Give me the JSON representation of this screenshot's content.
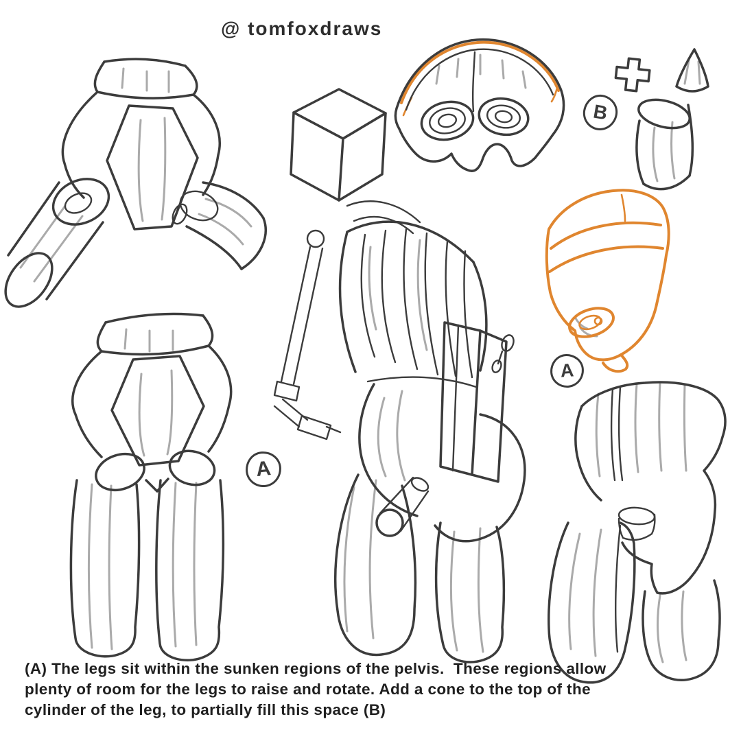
{
  "artist_handle": "@ tomfoxdraws",
  "labels": {
    "circled_a": "A",
    "circled_b": "B"
  },
  "caption": {
    "lines": [
      "(A) The legs sit within the sunken regions of the pelvis.  These regions allow",
      "plenty of room for the legs to raise and rotate. Add a cone to the top of the",
      "cylinder of the leg, to partially fill this space (B)"
    ]
  },
  "colors": {
    "ink": "#3c3c3c",
    "shade": "#aaaaaa",
    "accent_orange": "#e0862f",
    "background": "#ffffff",
    "caption_color": "#1f1f1f"
  }
}
